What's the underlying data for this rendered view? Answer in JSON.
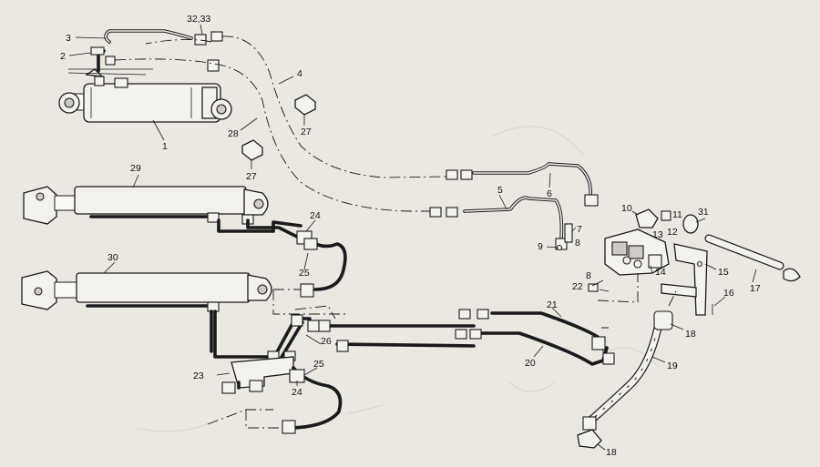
{
  "labels": {
    "l1": "1",
    "l2": "2",
    "l3": "3",
    "l3233": "32,33",
    "l4": "4",
    "l28": "28",
    "l27a": "27",
    "l27b": "27",
    "l29": "29",
    "l24a": "24",
    "l25a": "25",
    "l30": "30",
    "l5": "5",
    "l6": "6",
    "l7": "7",
    "l8a": "8",
    "l9": "9",
    "l10": "10",
    "l11": "11",
    "l13": "13",
    "l12": "12",
    "l31": "31",
    "l14": "14",
    "l15": "15",
    "l16": "16",
    "l17": "17",
    "l8b": "8",
    "l22": "22",
    "l21": "21",
    "l18a": "18",
    "l20": "20",
    "l19": "19",
    "l26": "26",
    "l23": "23",
    "l24b": "24",
    "l25b": "25",
    "l18b": "18"
  }
}
